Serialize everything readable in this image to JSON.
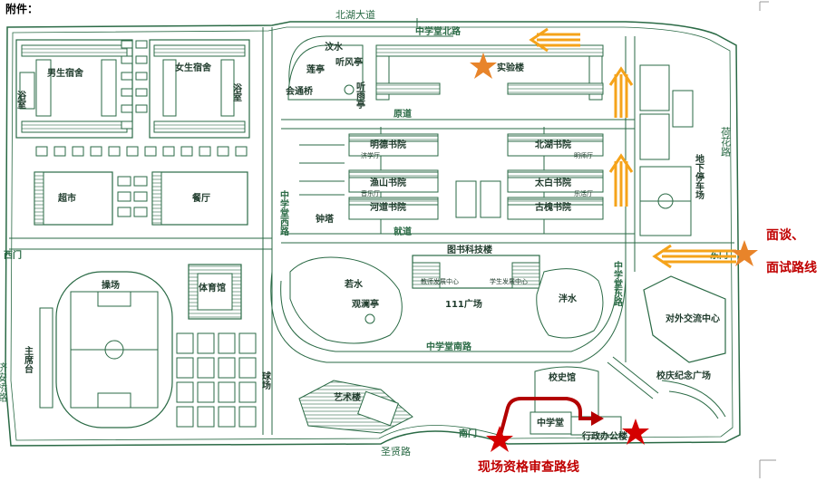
{
  "header": "附件：",
  "roads": {
    "north": "北湖大道",
    "east": "荷花路",
    "south": "圣贤路",
    "west": "济安桥路",
    "zxt_north": "中学堂北路",
    "zxt_west": "中学堂西路",
    "zxt_east": "中学堂东路",
    "zxt_south": "中学堂南路",
    "yuandao": "原道",
    "jiudao": "就道"
  },
  "gates": {
    "west": "西门",
    "east": "东门",
    "south": "南门"
  },
  "buildings": {
    "male_dorm": "男生宿舍",
    "female_dorm": "女生宿舍",
    "bath1": "浴室",
    "bath2": "浴室",
    "supermarket": "超市",
    "canteen": "餐厅",
    "lab": "实验楼",
    "mingde": "明德书院",
    "yushan": "渔山书院",
    "hedao": "河道书院",
    "beihu": "北湖书院",
    "taibai": "太白书院",
    "guhuai": "古槐书院",
    "library": "图书科技楼",
    "gym": "体育馆",
    "art": "艺术楼",
    "history": "校史馆",
    "zhongxuetang": "中学堂",
    "admin": "行政办公楼",
    "exchange": "对外交流中心",
    "underground_parking": "地下停车场",
    "zhongta": "钟塔",
    "teacher_center": "教师发展中心",
    "student_center": "学生发展中心",
    "music_hall": "音乐厅",
    "jiuxue": "济学厅",
    "mingshi": "明师厅",
    "leyue": "乐活厅"
  },
  "places": {
    "wenshui": "汶水",
    "lianting": "莲亭",
    "tingfengting": "听风亭",
    "tingyuting": "听雨亭",
    "huiyuanqiao": "会通桥",
    "ruoshui": "若水",
    "guanlanting": "观澜亭",
    "panshui": "泮水",
    "square111": "111广场",
    "playground": "操场",
    "podium": "主席台",
    "ballcourt": "球场",
    "anniversary": "校庆纪念广场"
  },
  "annotations": {
    "interview_line1": "面谈、",
    "interview_line2": "面试路线",
    "qualification": "现场资格审查路线"
  },
  "colors": {
    "line": "#2a6a45",
    "arrow": "#f5a31a",
    "star_orange": "#e8842a",
    "star_red": "#d40000",
    "route_red": "#b30000"
  }
}
